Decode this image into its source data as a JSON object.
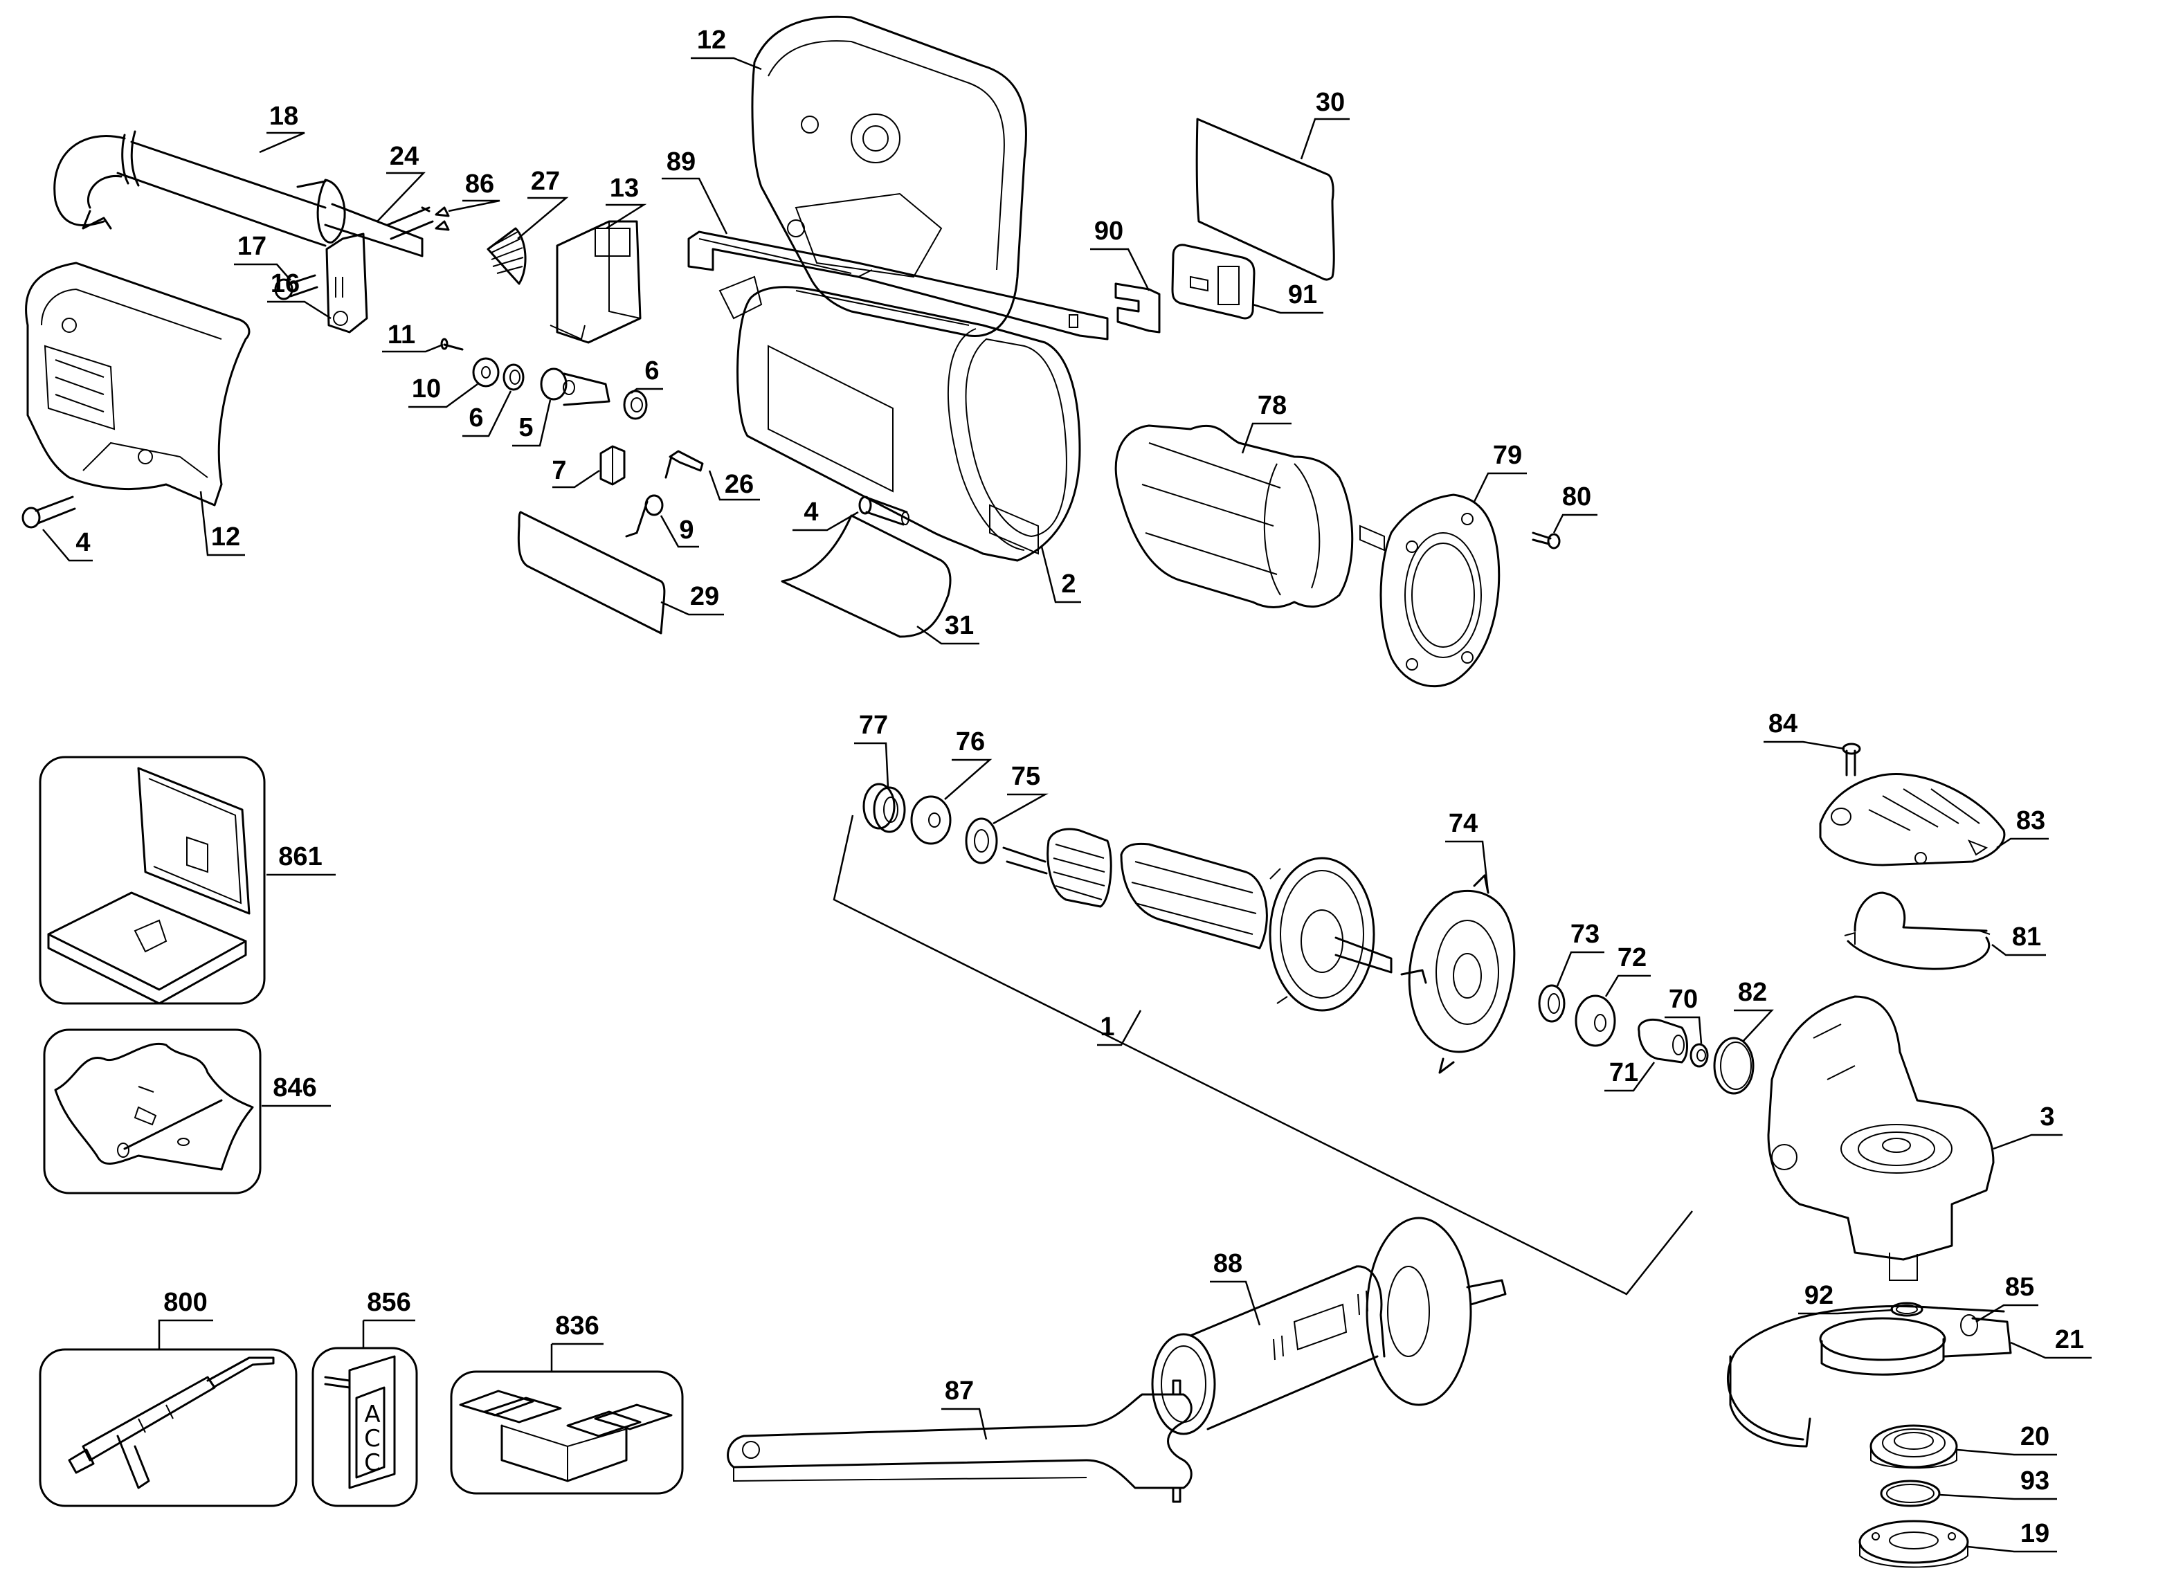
{
  "diagram": {
    "title": "Angle grinder exploded parts diagram",
    "parts": [
      {
        "id": "p12a",
        "label": "12",
        "name": "Motor housing (upper half)"
      },
      {
        "id": "p18",
        "label": "18",
        "name": "Power cord"
      },
      {
        "id": "p24",
        "label": "24",
        "name": "Cord protector"
      },
      {
        "id": "p86",
        "label": "86",
        "name": "Terminals"
      },
      {
        "id": "p27",
        "label": "27",
        "name": "Spring"
      },
      {
        "id": "p13",
        "label": "13",
        "name": "Switch"
      },
      {
        "id": "p89",
        "label": "89",
        "name": "Switch actuator"
      },
      {
        "id": "p17",
        "label": "17",
        "name": "Screw"
      },
      {
        "id": "p16",
        "label": "16",
        "name": "Cord clamp"
      },
      {
        "id": "p11",
        "label": "11",
        "name": "Screw"
      },
      {
        "id": "p10",
        "label": "10",
        "name": "Brush cap"
      },
      {
        "id": "p6a",
        "label": "6",
        "name": "Bushing"
      },
      {
        "id": "p5",
        "label": "5",
        "name": "Brush holder"
      },
      {
        "id": "p6b",
        "label": "6",
        "name": "Bushing"
      },
      {
        "id": "p7",
        "label": "7",
        "name": "Brush"
      },
      {
        "id": "p26",
        "label": "26",
        "name": "Terminal"
      },
      {
        "id": "p9",
        "label": "9",
        "name": "Brush spring"
      },
      {
        "id": "p29",
        "label": "29",
        "name": "Label"
      },
      {
        "id": "p4a",
        "label": "4",
        "name": "Screw"
      },
      {
        "id": "p31",
        "label": "31",
        "name": "Label"
      },
      {
        "id": "p2",
        "label": "2",
        "name": "Field case"
      },
      {
        "id": "p12b",
        "label": "12",
        "name": "Handle housing (lower half)"
      },
      {
        "id": "p4b",
        "label": "4",
        "name": "Screw"
      },
      {
        "id": "p30",
        "label": "30",
        "name": "Nameplate"
      },
      {
        "id": "p90",
        "label": "90",
        "name": "Insulator"
      },
      {
        "id": "p91",
        "label": "91",
        "name": "Module"
      },
      {
        "id": "p78",
        "label": "78",
        "name": "Field"
      },
      {
        "id": "p79",
        "label": "79",
        "name": "Baffle"
      },
      {
        "id": "p80",
        "label": "80",
        "name": "Screw"
      },
      {
        "id": "p77",
        "label": "77",
        "name": "Bearing"
      },
      {
        "id": "p76",
        "label": "76",
        "name": "Bearing cushion"
      },
      {
        "id": "p75",
        "label": "75",
        "name": "Washer"
      },
      {
        "id": "p74",
        "label": "74",
        "name": "Baffle"
      },
      {
        "id": "p1",
        "label": "1",
        "name": "Armature assembly"
      },
      {
        "id": "p73",
        "label": "73",
        "name": "Washer"
      },
      {
        "id": "p72",
        "label": "72",
        "name": "Bearing"
      },
      {
        "id": "p71",
        "label": "71",
        "name": "Pinion"
      },
      {
        "id": "p70",
        "label": "70",
        "name": "Nut"
      },
      {
        "id": "p82",
        "label": "82",
        "name": "O-ring"
      },
      {
        "id": "p84",
        "label": "84",
        "name": "Screw"
      },
      {
        "id": "p83",
        "label": "83",
        "name": "Gear case cover"
      },
      {
        "id": "p81",
        "label": "81",
        "name": "Spindle lock spring"
      },
      {
        "id": "p3",
        "label": "3",
        "name": "Gear case assembly"
      },
      {
        "id": "p861",
        "label": "861",
        "name": "Kit box"
      },
      {
        "id": "p846",
        "label": "846",
        "name": "Hardware bag"
      },
      {
        "id": "p88",
        "label": "88",
        "name": "Side handle"
      },
      {
        "id": "p87",
        "label": "87",
        "name": "Spanner wrench"
      },
      {
        "id": "p92",
        "label": "92",
        "name": "O-ring"
      },
      {
        "id": "p85",
        "label": "85",
        "name": "Screw"
      },
      {
        "id": "p21",
        "label": "21",
        "name": "Guard"
      },
      {
        "id": "p20",
        "label": "20",
        "name": "Inner flange"
      },
      {
        "id": "p93",
        "label": "93",
        "name": "O-ring"
      },
      {
        "id": "p19",
        "label": "19",
        "name": "Outer flange"
      },
      {
        "id": "p800",
        "label": "800",
        "name": "Grease tube"
      },
      {
        "id": "p856",
        "label": "856",
        "name": "Accessory tag"
      },
      {
        "id": "p836",
        "label": "836",
        "name": "Tool box"
      }
    ],
    "accessory_tag_letters": [
      "A",
      "C",
      "C"
    ]
  }
}
